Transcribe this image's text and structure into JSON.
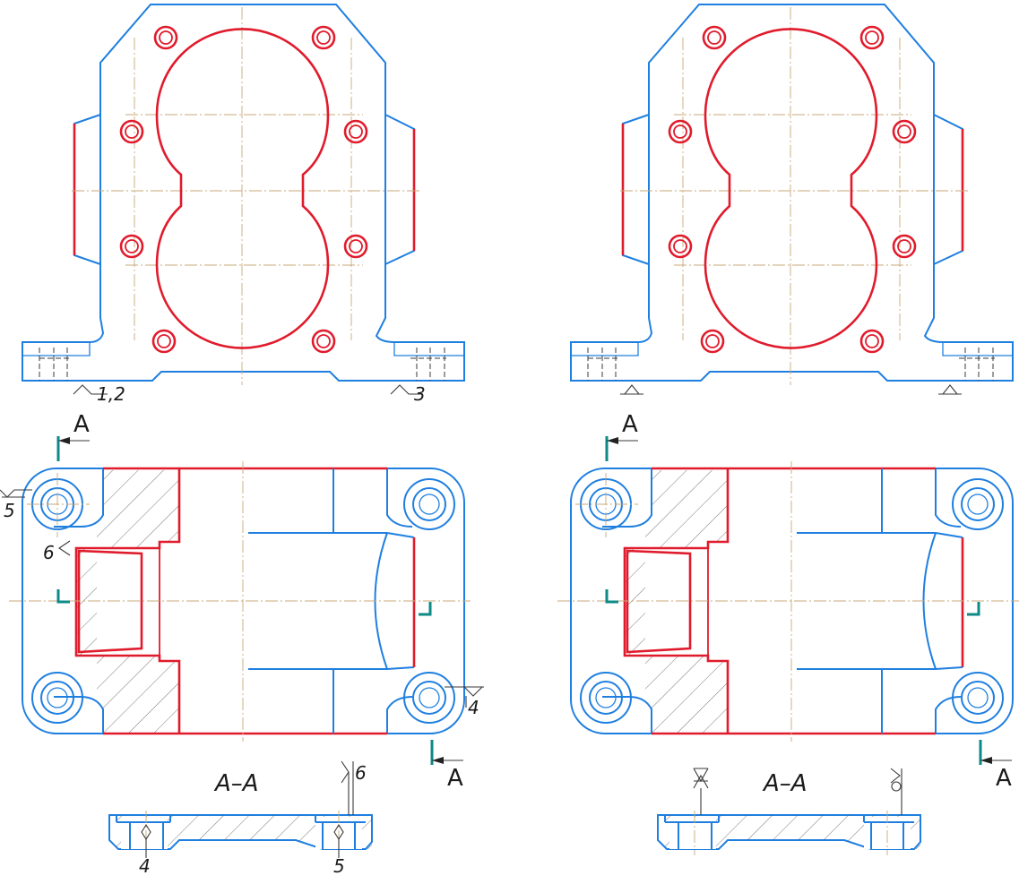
{
  "drawing": {
    "section_marker": "A",
    "section_title": "A–A",
    "left_panel": {
      "surface_labels": {
        "base_left": "1,2",
        "base_right": "3",
        "plan_top_left": "5",
        "plan_bore": "6",
        "plan_bottom_right": "4",
        "section_top": "6",
        "section_left": "4",
        "section_right": "5"
      }
    }
  }
}
